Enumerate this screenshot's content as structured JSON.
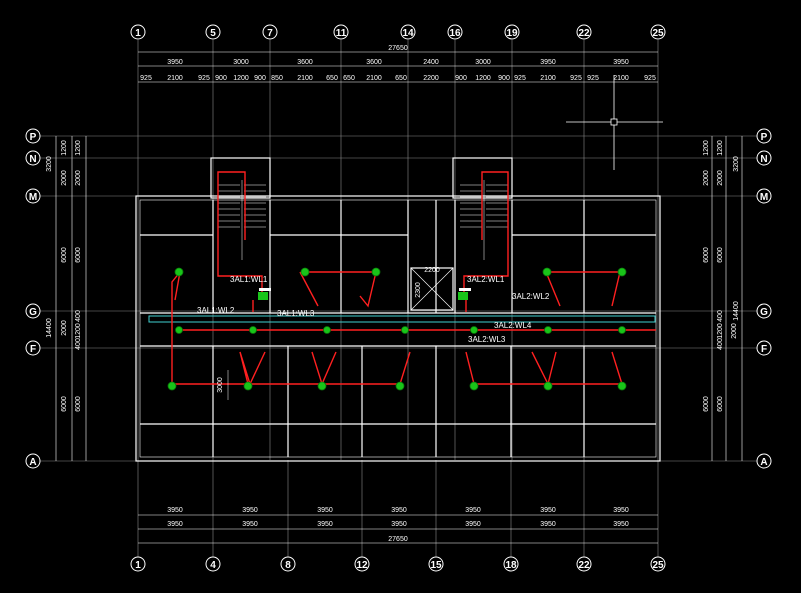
{
  "colors": {
    "background": "#000000",
    "line": "#ffffff",
    "circuit": "#ff2020",
    "fixture": "#19c419",
    "corridor": "#40d0d0"
  },
  "axes": {
    "top": [
      "1",
      "5",
      "7",
      "11",
      "14",
      "16",
      "19",
      "22",
      "25"
    ],
    "bottom": [
      "1",
      "4",
      "8",
      "12",
      "15",
      "18",
      "22",
      "25"
    ],
    "rows": [
      "P",
      "N",
      "M",
      "G",
      "F",
      "A"
    ]
  },
  "dims": {
    "top_total": "27650",
    "top_row1": [
      "3950",
      "3000",
      "3600",
      "3600",
      "2400",
      "3000",
      "3950",
      "3950"
    ],
    "top_row2": [
      "925",
      "2100",
      "925",
      "900",
      "1200",
      "900",
      "850",
      "2100",
      "650",
      "650",
      "2100",
      "650",
      "2200",
      "900",
      "1200",
      "900",
      "925",
      "2100",
      "925",
      "925",
      "2100",
      "925"
    ],
    "bottom_row1": [
      "3950",
      "3950",
      "3950",
      "3950",
      "3950",
      "3950",
      "3950"
    ],
    "bottom_row2": [
      "3950",
      "3950",
      "3950",
      "3950",
      "3950",
      "3950",
      "3950"
    ],
    "bottom_total": "27650",
    "left_v": [
      "1200",
      "2000",
      "6000",
      "400",
      "2000",
      "1200",
      "400",
      "6000"
    ],
    "left_outer": [
      "3200",
      "14400",
      "6000"
    ],
    "right_v": [
      "1200",
      "2000",
      "6000",
      "400",
      "1200",
      "2000",
      "400",
      "6000"
    ],
    "right_outer": [
      "3200",
      "14400",
      "6000"
    ],
    "inner": [
      "2200",
      "2300",
      "3000"
    ]
  },
  "circuits": [
    "3AL1:WL1",
    "3AL1:WL2",
    "3AL1:WL3",
    "3AL2:WL1",
    "3AL2:WL2",
    "3AL2:WL4",
    "3AL2:WL3"
  ]
}
